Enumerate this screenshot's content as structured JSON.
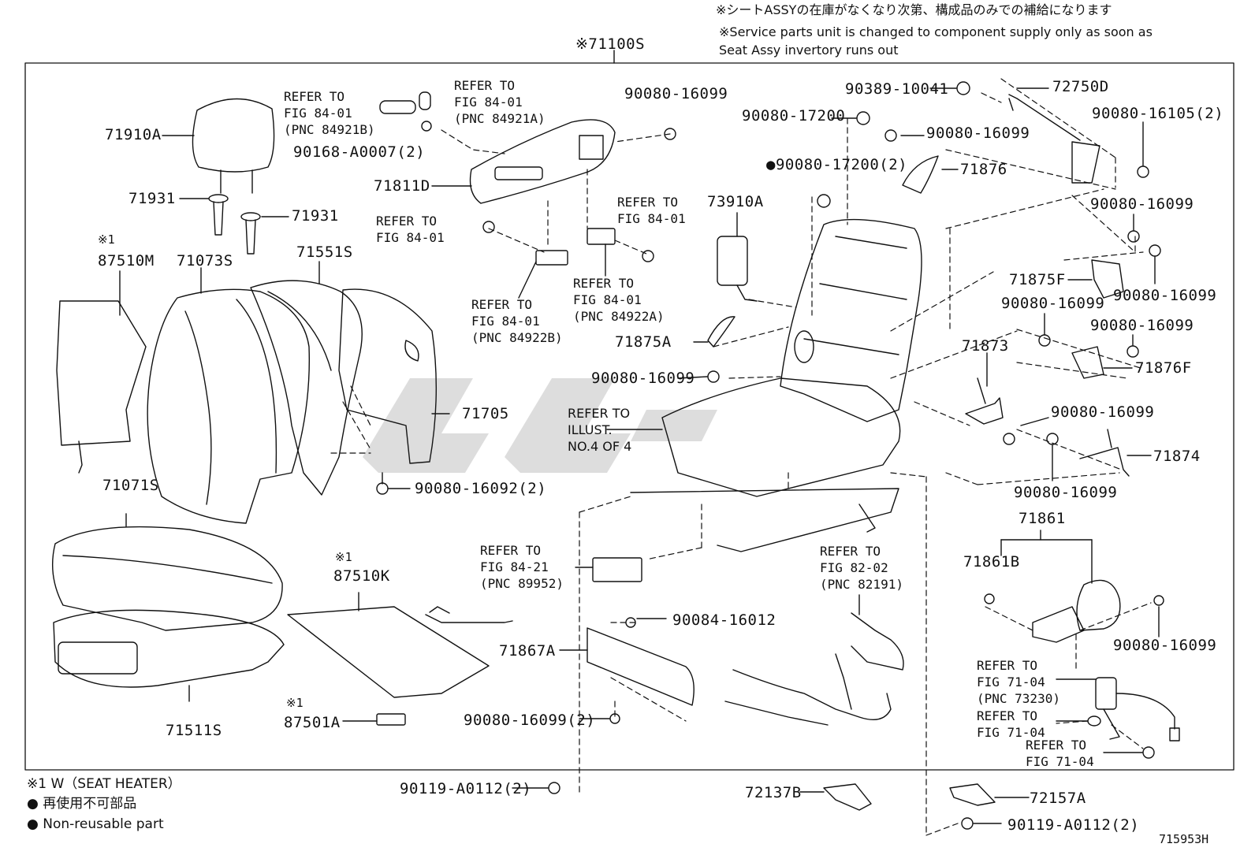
{
  "header": {
    "note_jp": "※シートASSYの在庫がなくなり次第、構成品のみでの補給になります",
    "note_en_1": "※Service parts unit is changed to component supply only as soon as",
    "note_en_2": "Seat Assy invertory runs out",
    "assembly": "※71100S"
  },
  "parts": {
    "p71910A": "71910A",
    "p71931a": "71931",
    "p71931b": "71931",
    "p87510M_mark": "※1",
    "p87510M": "87510M",
    "p71073S": "71073S",
    "p71551S": "71551S",
    "p71705": "71705",
    "p71071S": "71071S",
    "p71511S": "71511S",
    "p87510K_mark": "※1",
    "p87510K": "87510K",
    "p87501A_mark": "※1",
    "p87501A": "87501A",
    "p90080_16092": "90080-16092(2)",
    "p90168": "90168-A0007(2)",
    "p71811D": "71811D",
    "p90080_16099_top": "90080-16099",
    "p90080_17200": "90080-17200",
    "p90080_17200_2": "●90080-17200(2)",
    "p73910A": "73910A",
    "p71875A": "71875A",
    "p90080_16099_mid": "90080-16099",
    "p90389": "90389-10041",
    "p72750D": "72750D",
    "p90080_16105": "90080-16105(2)",
    "p90080_16099_r1": "90080-16099",
    "p71876": "71876",
    "p90080_16099_r2": "90080-16099",
    "p71875F": "71875F",
    "p90080_16099_r3": "90080-16099",
    "p90080_16099_r4": "90080-16099",
    "p90080_16099_r5": "90080-16099",
    "p71876F": "71876F",
    "p71873": "71873",
    "p90080_16099_r6": "90080-16099",
    "p90080_16099_r7": "90080-16099",
    "p71874": "71874",
    "p71861": "71861",
    "p71861B": "71861B",
    "p90080_16099_r8": "90080-16099",
    "p90084_16012": "90084-16012",
    "p71867A": "71867A",
    "p90080_16099_2": "90080-16099(2)",
    "p90119_left": "90119-A0112(2)",
    "p72137B": "72137B",
    "p72157A": "72157A",
    "p90119_right": "90119-A0112(2)"
  },
  "refs": {
    "r1": "REFER TO\nFIG 84-01\n(PNC 84921B)",
    "r2": "REFER TO\nFIG 84-01\n(PNC 84921A)",
    "r3": "REFER TO\nFIG 84-01",
    "r4": "REFER TO\nFIG 84-01",
    "r5": "REFER TO\nFIG 84-01\n(PNC 84922A)",
    "r6": "REFER TO\nFIG 84-01\n(PNC 84922B)",
    "r7": "REFER TO\nFIG 84-21\n(PNC 89952)",
    "r8": "REFER TO\nFIG 82-02\n(PNC 82191)",
    "r9": "REFER TO\nFIG 71-04\n(PNC 73230)",
    "r10": "REFER TO\nFIG 71-04",
    "r11": "REFER TO\nFIG 71-04",
    "illust": "REFER TO\nILLUST.\nNO.4 OF 4"
  },
  "legend": {
    "l1": "※1  W（SEAT HEATER）",
    "l2": "● 再使用不可部品",
    "l3": "● Non-reusable part"
  },
  "figure_id": "715953H"
}
